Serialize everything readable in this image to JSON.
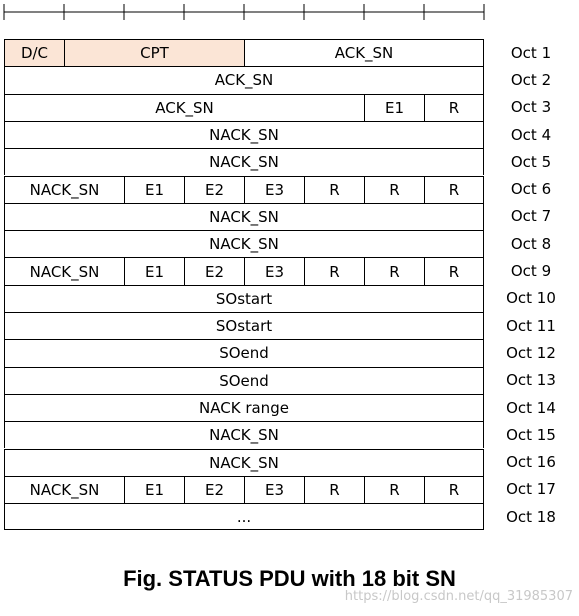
{
  "caption": "Fig. STATUS PDU with 18 bit SN",
  "watermark": "https://blog.csdn.net/qq_31985307",
  "highlight_color": "#fbe5d6",
  "rows": [
    {
      "oct": "Oct 1",
      "cells": [
        {
          "label": "D/C",
          "span": 1,
          "peach": true
        },
        {
          "label": "CPT",
          "span": 3,
          "peach": true
        },
        {
          "label": "ACK_SN",
          "span": 4
        }
      ]
    },
    {
      "oct": "Oct 2",
      "cells": [
        {
          "label": "ACK_SN",
          "span": 8
        }
      ]
    },
    {
      "oct": "Oct 3",
      "cells": [
        {
          "label": "ACK_SN",
          "span": 6
        },
        {
          "label": "E1",
          "span": 1
        },
        {
          "label": "R",
          "span": 1
        }
      ]
    },
    {
      "oct": "Oct 4",
      "cells": [
        {
          "label": "NACK_SN",
          "span": 8
        }
      ]
    },
    {
      "oct": "Oct 5",
      "cells": [
        {
          "label": "NACK_SN",
          "span": 8
        }
      ]
    },
    {
      "oct": "Oct 6",
      "cells": [
        {
          "label": "NACK_SN",
          "span": 2
        },
        {
          "label": "E1",
          "span": 1
        },
        {
          "label": "E2",
          "span": 1
        },
        {
          "label": "E3",
          "span": 1
        },
        {
          "label": "R",
          "span": 1
        },
        {
          "label": "R",
          "span": 1
        },
        {
          "label": "R",
          "span": 1
        }
      ]
    },
    {
      "oct": "Oct 7",
      "cells": [
        {
          "label": "NACK_SN",
          "span": 8
        }
      ]
    },
    {
      "oct": "Oct 8",
      "cells": [
        {
          "label": "NACK_SN",
          "span": 8
        }
      ]
    },
    {
      "oct": "Oct 9",
      "cells": [
        {
          "label": "NACK_SN",
          "span": 2
        },
        {
          "label": "E1",
          "span": 1
        },
        {
          "label": "E2",
          "span": 1
        },
        {
          "label": "E3",
          "span": 1
        },
        {
          "label": "R",
          "span": 1
        },
        {
          "label": "R",
          "span": 1
        },
        {
          "label": "R",
          "span": 1
        }
      ]
    },
    {
      "oct": "Oct 10",
      "cells": [
        {
          "label": "SOstart",
          "span": 8
        }
      ]
    },
    {
      "oct": "Oct 11",
      "cells": [
        {
          "label": "SOstart",
          "span": 8
        }
      ]
    },
    {
      "oct": "Oct 12",
      "cells": [
        {
          "label": "SOend",
          "span": 8
        }
      ]
    },
    {
      "oct": "Oct 13",
      "cells": [
        {
          "label": "SOend",
          "span": 8
        }
      ]
    },
    {
      "oct": "Oct 14",
      "cells": [
        {
          "label": "NACK range",
          "span": 8
        }
      ]
    },
    {
      "oct": "Oct 15",
      "cells": [
        {
          "label": "NACK_SN",
          "span": 8
        }
      ]
    },
    {
      "oct": "Oct 16",
      "cells": [
        {
          "label": "NACK_SN",
          "span": 8
        }
      ]
    },
    {
      "oct": "Oct 17",
      "cells": [
        {
          "label": "NACK_SN",
          "span": 2
        },
        {
          "label": "E1",
          "span": 1
        },
        {
          "label": "E2",
          "span": 1
        },
        {
          "label": "E3",
          "span": 1
        },
        {
          "label": "R",
          "span": 1
        },
        {
          "label": "R",
          "span": 1
        },
        {
          "label": "R",
          "span": 1
        }
      ]
    },
    {
      "oct": "Oct 18",
      "cells": [
        {
          "label": "...",
          "span": 8
        }
      ]
    }
  ]
}
